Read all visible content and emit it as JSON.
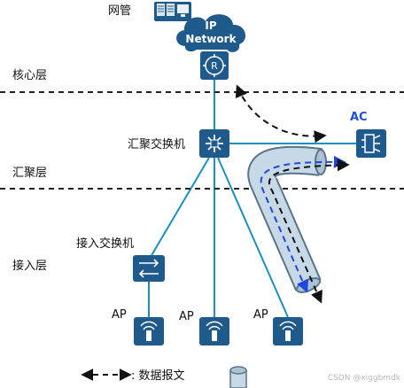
{
  "network_mgmt": {
    "label": "网管"
  },
  "cloud": {
    "line1": "IP",
    "line2": "Network"
  },
  "router": {
    "glyph": "R"
  },
  "layers": {
    "core": "核心层",
    "aggregation": "汇聚层",
    "access": "接入层"
  },
  "devices": {
    "agg_switch": "汇聚交换机",
    "access_switch": "接入交换机",
    "ac": "AC",
    "ap1": "AP",
    "ap2": "AP",
    "ap3": "AP"
  },
  "legend": {
    "data_packet": ": 数据报文"
  },
  "watermark": "CSDN @xiggbmdk",
  "colors": {
    "device_blue": "#1f5a8c",
    "link_blue": "#1a8fc2",
    "ac_text_blue": "#1f4fd6",
    "tunnel_fill": "#c7d8e6",
    "tunnel_stroke": "#5a7488",
    "tunnel_arrow": "#1d47e0"
  }
}
